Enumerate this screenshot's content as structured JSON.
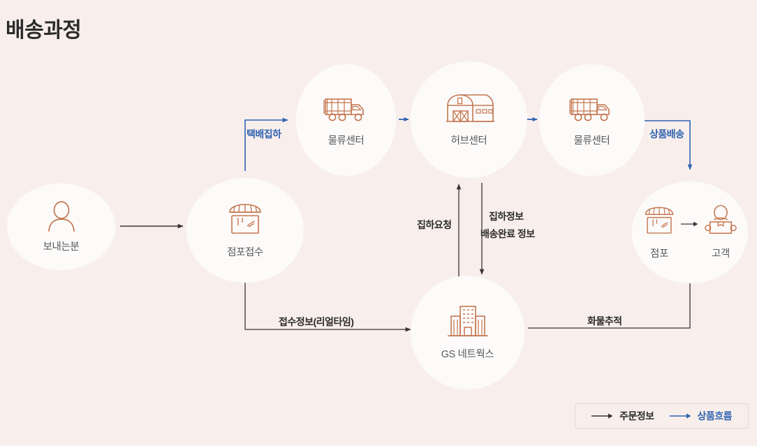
{
  "page": {
    "title": "배송과정",
    "background_color": "#f8efec",
    "node_fill": "#fdfbfa",
    "icon_color": "#c4764f",
    "order_flow_color": "#3a3335",
    "goods_flow_color": "#2f62b0",
    "label_color": "#58585a"
  },
  "nodes": [
    {
      "id": "sender",
      "label": "보내는분",
      "icon": "person-icon"
    },
    {
      "id": "store-in",
      "label": "점포접수",
      "icon": "storefront-icon"
    },
    {
      "id": "dc1",
      "label": "물류센터",
      "icon": "truck-icon"
    },
    {
      "id": "hub",
      "label": "허브센터",
      "icon": "warehouse-icon"
    },
    {
      "id": "dc2",
      "label": "물류센터",
      "icon": "truck-icon"
    },
    {
      "id": "gs",
      "label": "GS 네트웍스",
      "icon": "office-building-icon"
    }
  ],
  "delivery_node": {
    "store_label": "점포",
    "store_icon": "storefront-icon",
    "customer_label": "고객",
    "customer_icon": "customer-with-box-icon",
    "inner_arrow": "arrow-right-icon"
  },
  "flows": [
    {
      "id": "sender-to-store",
      "label": "",
      "type": "order"
    },
    {
      "id": "store-to-dc1",
      "label": "택배집하",
      "type": "goods"
    },
    {
      "id": "dc1-to-hub",
      "label": "",
      "type": "goods"
    },
    {
      "id": "hub-to-dc2",
      "label": "",
      "type": "goods"
    },
    {
      "id": "dc2-to-delivery",
      "label": "상품배송",
      "type": "goods"
    },
    {
      "id": "gs-to-hub",
      "label": "집하요청",
      "type": "order"
    },
    {
      "id": "hub-to-gs",
      "label": "집하정보\n배송완료 정보",
      "type": "order"
    },
    {
      "id": "store-to-gs",
      "label": "접수정보(리얼타임)",
      "type": "order"
    },
    {
      "id": "gs-to-delivery",
      "label": "화물추적",
      "type": "order"
    }
  ],
  "flow_labels": {
    "parcel_pickup": "택배집하",
    "product_delivery": "상품배송",
    "pickup_request": "집하요청",
    "pickup_info_line1": "집하정보",
    "pickup_info_line2": "배송완료 정보",
    "reception_info": "접수정보(리얼타임)",
    "cargo_tracking": "화물추적"
  },
  "legend": {
    "items": [
      {
        "label": "주문정보",
        "color": "#3a3335",
        "icon": "arrow-right-icon"
      },
      {
        "label": "상품흐름",
        "color": "#2f62b0",
        "icon": "arrow-right-icon"
      }
    ]
  }
}
